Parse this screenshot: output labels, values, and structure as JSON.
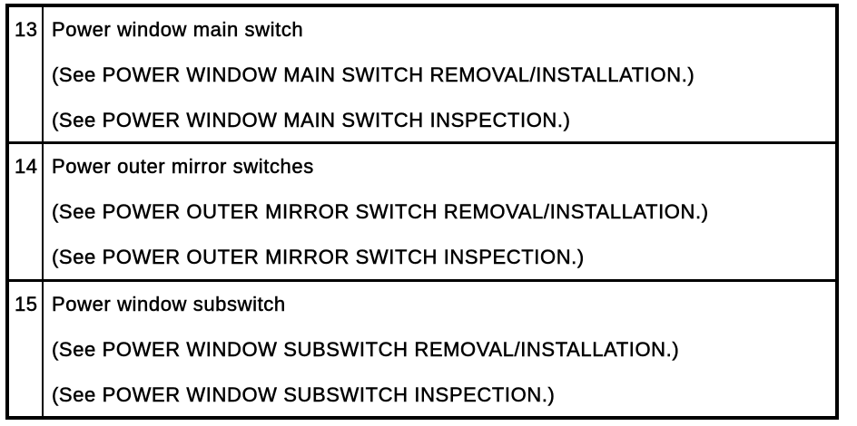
{
  "colors": {
    "background": "#ffffff",
    "border": "#000000",
    "text": "#000000"
  },
  "table": {
    "rows": [
      {
        "number": "13",
        "title": "Power window main switch",
        "see_lines": [
          "(See POWER WINDOW MAIN SWITCH REMOVAL/INSTALLATION.)",
          "(See POWER WINDOW MAIN SWITCH INSPECTION.)"
        ]
      },
      {
        "number": "14",
        "title": "Power outer mirror switches",
        "see_lines": [
          "(See POWER OUTER MIRROR SWITCH REMOVAL/INSTALLATION.)",
          "(See POWER OUTER MIRROR SWITCH INSPECTION.)"
        ]
      },
      {
        "number": "15",
        "title": "Power window subswitch",
        "see_lines": [
          "(See POWER WINDOW SUBSWITCH REMOVAL/INSTALLATION.)",
          "(See POWER WINDOW SUBSWITCH INSPECTION.)"
        ]
      }
    ]
  }
}
